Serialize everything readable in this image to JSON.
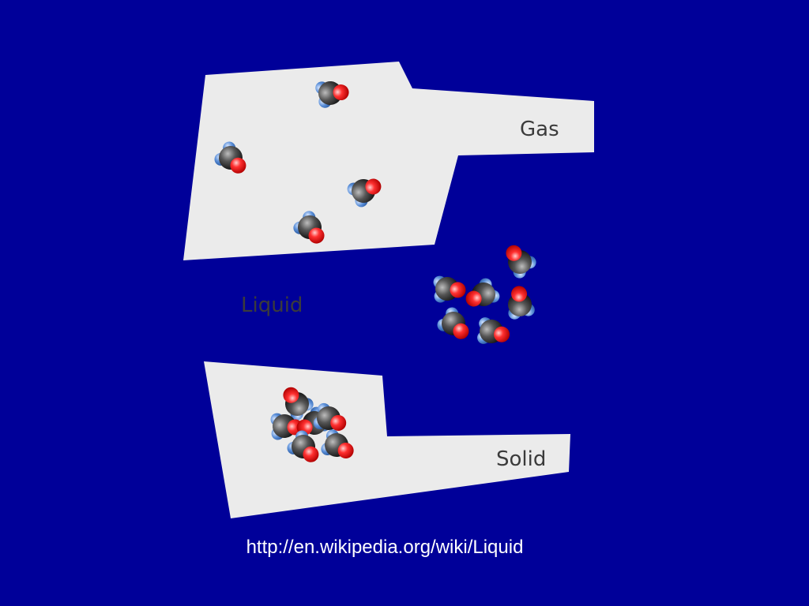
{
  "labels": {
    "gas": "Gas",
    "liquid": "Liquid",
    "solid": "Solid"
  },
  "source_url": "http://en.wikipedia.org/wiki/Liquid",
  "colors": {
    "background": "#000099",
    "panel": "#ebebeb",
    "carbon_atom": "#3a3a3a",
    "oxygen_atom": "#ff2a2a",
    "hydrogen_atom": "#4f86d6",
    "label_text": "#3b3b3b",
    "url_text": "#ffffff"
  }
}
